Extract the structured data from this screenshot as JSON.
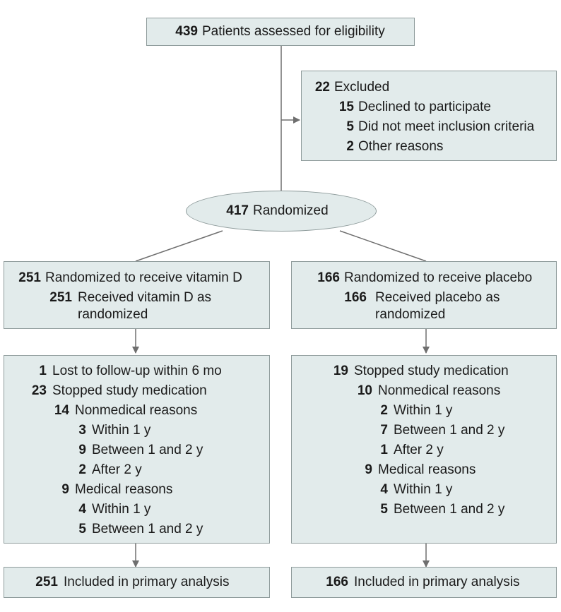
{
  "diagram": {
    "assessed": {
      "n": "439",
      "label": "Patients assessed for eligibility"
    },
    "excluded": {
      "n": "22",
      "label": "Excluded",
      "reasons": [
        {
          "n": "15",
          "label": "Declined to participate"
        },
        {
          "n": "5",
          "label": "Did not meet inclusion criteria"
        },
        {
          "n": "2",
          "label": "Other reasons"
        }
      ]
    },
    "randomized": {
      "n": "417",
      "label": "Randomized"
    },
    "vitd_alloc": {
      "n": "251",
      "label": "Randomized to receive vitamin D",
      "sub_n": "251",
      "sub_label_1": "Received vitamin D as",
      "sub_label_2": "randomized"
    },
    "placebo_alloc": {
      "n": "166",
      "label": "Randomized to receive placebo",
      "sub_n": "166",
      "sub_label_1": "Received placebo as",
      "sub_label_2": "randomized"
    },
    "vitd_followup": [
      {
        "n": "1",
        "label": "Lost to follow-up within 6 mo"
      },
      {
        "n": "23",
        "label": "Stopped study medication"
      },
      {
        "n": "14",
        "label": "Nonmedical reasons"
      },
      {
        "n": "3",
        "label": "Within 1 y"
      },
      {
        "n": "9",
        "label": "Between 1 and 2 y"
      },
      {
        "n": "2",
        "label": "After 2 y"
      },
      {
        "n": "9",
        "label": "Medical reasons"
      },
      {
        "n": "4",
        "label": "Within 1 y"
      },
      {
        "n": "5",
        "label": "Between 1 and 2 y"
      }
    ],
    "placebo_followup": [
      {
        "n": "19",
        "label": "Stopped study medication"
      },
      {
        "n": "10",
        "label": "Nonmedical reasons"
      },
      {
        "n": "2",
        "label": "Within 1 y"
      },
      {
        "n": "7",
        "label": "Between 1 and 2 y"
      },
      {
        "n": "1",
        "label": "After 2 y"
      },
      {
        "n": "9",
        "label": "Medical reasons"
      },
      {
        "n": "4",
        "label": "Within 1 y"
      },
      {
        "n": "5",
        "label": "Between 1 and 2 y"
      }
    ],
    "vitd_analysis": {
      "n": "251",
      "label": "Included in primary analysis"
    },
    "placebo_analysis": {
      "n": "166",
      "label": "Included in primary analysis"
    }
  },
  "colors": {
    "box_fill": "#e2ebeb",
    "box_border": "#8e9b9b",
    "line": "#6f6f6f"
  }
}
